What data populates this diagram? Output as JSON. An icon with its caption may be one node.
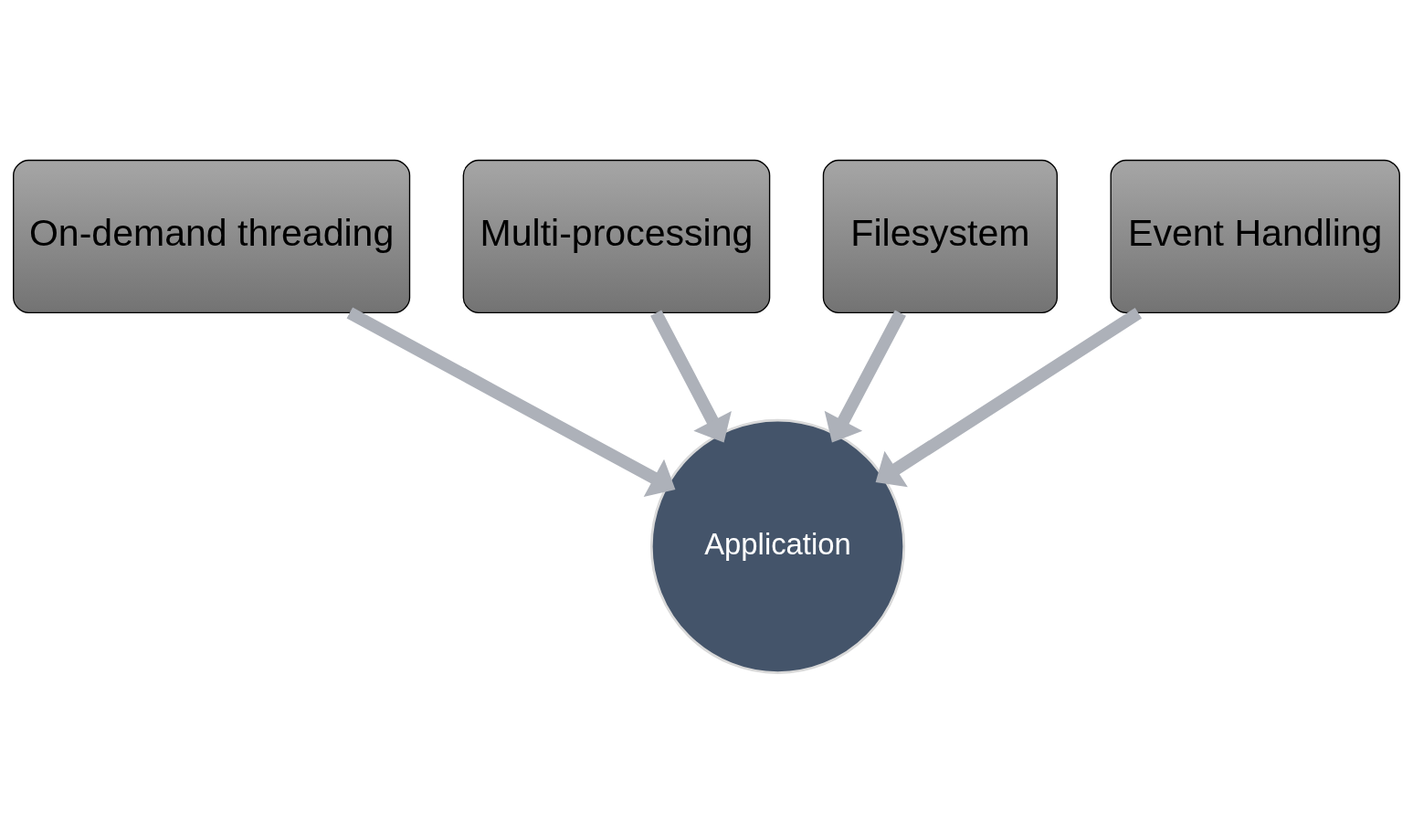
{
  "diagram": {
    "nodes": [
      {
        "text": [
          "On-demand threading"
        ]
      },
      {
        "text": [
          "Multi-processing"
        ]
      },
      {
        "text": [
          "Filesystem"
        ]
      },
      {
        "text": [
          "Event Handling"
        ]
      },
      {
        "text": [
          "Application"
        ]
      }
    ],
    "edges": [
      {
        "from": 2,
        "to": 4,
        "arrow": "to"
      },
      {
        "from": 0,
        "to": 4,
        "arrow": "to"
      },
      {
        "from": 1,
        "to": 4,
        "arrow": "to"
      },
      {
        "from": 3,
        "to": 4,
        "arrow": "to"
      }
    ]
  }
}
